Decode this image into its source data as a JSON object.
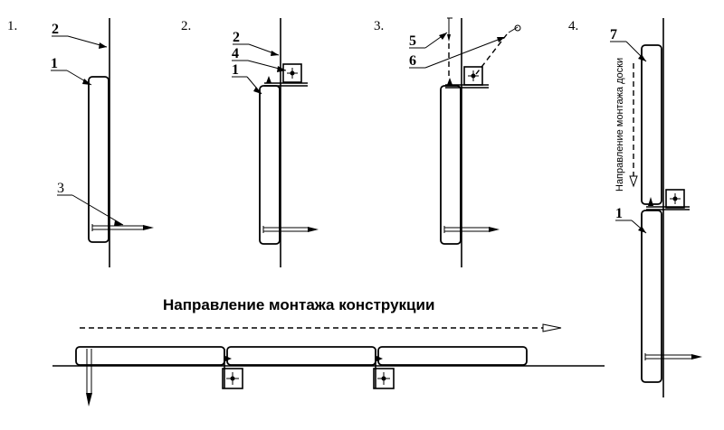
{
  "steps": [
    {
      "number": "1."
    },
    {
      "number": "2."
    },
    {
      "number": "3."
    },
    {
      "number": "4."
    }
  ],
  "callouts": {
    "board": "1",
    "wall": "2",
    "nail": "3",
    "clip": "4",
    "nail_clip": "5",
    "screw": "6",
    "next_board": "7"
  },
  "captions": {
    "construction_direction": "Направление монтажа конструкции",
    "board_direction": "Направление монтажа доски"
  }
}
